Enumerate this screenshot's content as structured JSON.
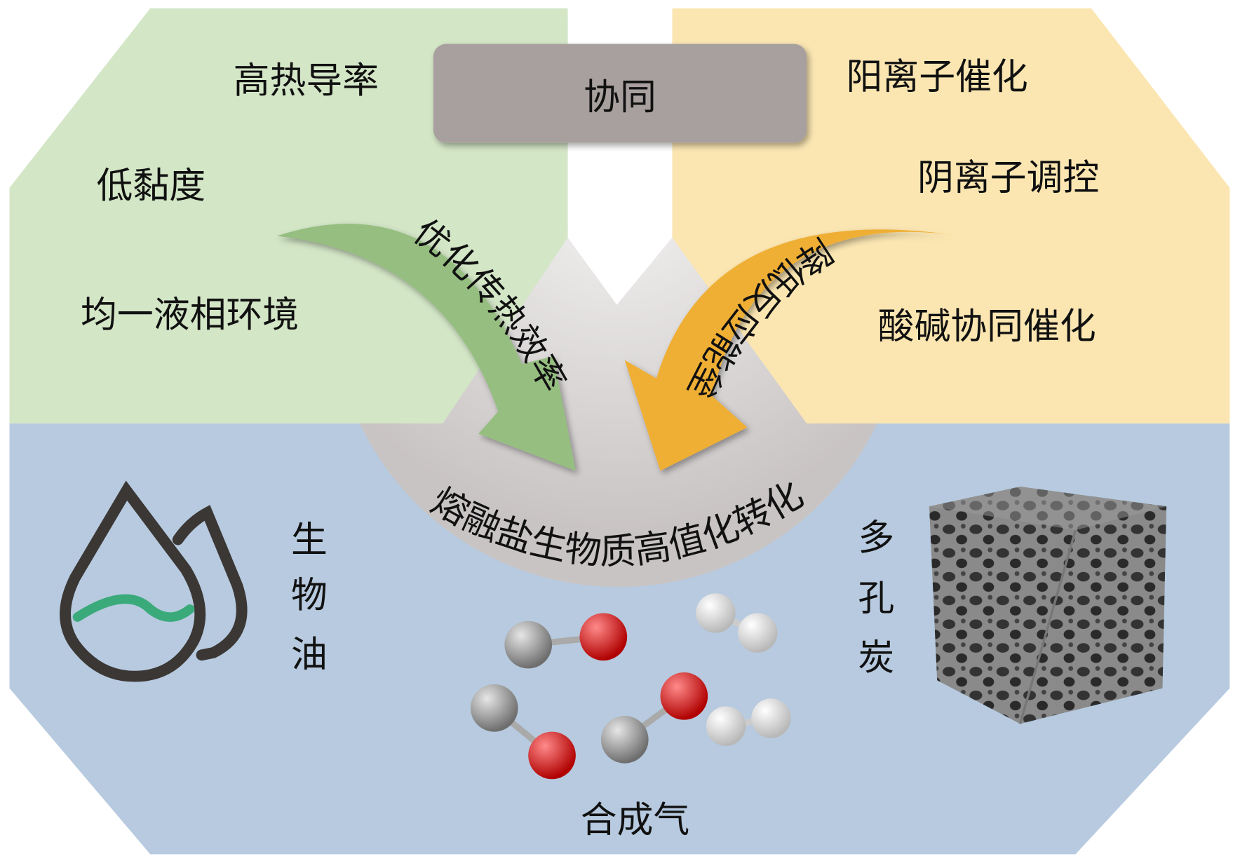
{
  "center_box": {
    "label": "协同"
  },
  "left_panel": {
    "items": [
      "高热导率",
      "低黏度",
      "均一液相环境"
    ],
    "arrow_label": "优化传热效率",
    "color": "#d3e6c6",
    "arrow_color": "#95be80"
  },
  "right_panel": {
    "items": [
      "阳离子催化",
      "阴离子调控",
      "酸碱协同催化"
    ],
    "arrow_label": "降低反应能垒",
    "color": "#fbe6b2",
    "arrow_color": "#efaf35"
  },
  "center_arc": {
    "label": "熔融盐生物质高值化转化"
  },
  "products": {
    "bio_oil": {
      "chars": [
        "生",
        "物",
        "油"
      ],
      "icon": "water-drops-icon"
    },
    "syngas": {
      "label": "合成气",
      "icon": "molecules-icon"
    },
    "porous_carbon": {
      "chars": [
        "多",
        "孔",
        "炭"
      ],
      "icon": "porous-cube-icon"
    }
  },
  "colors": {
    "bottom": "#b7cadf",
    "circle": "#d4d0d0",
    "box": "#a8a09e"
  }
}
